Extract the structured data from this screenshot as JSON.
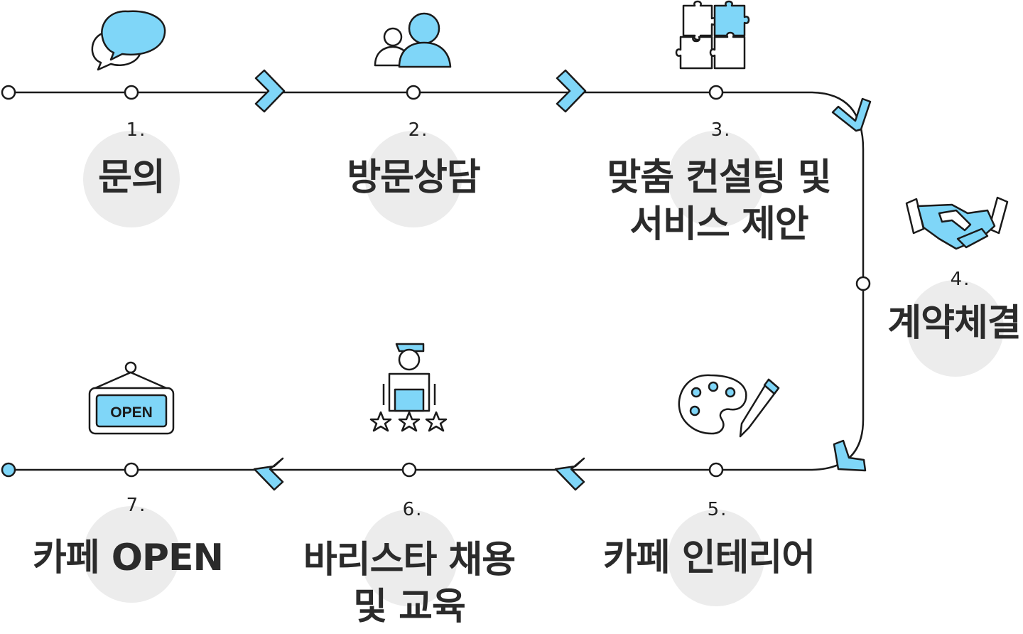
{
  "colors": {
    "accent": "#7fd6f8",
    "line": "#1a1a1a",
    "circle_bg": "#ececec",
    "text": "#2b2b2b"
  },
  "steps": [
    {
      "number": "1.",
      "title_lines": [
        "문의"
      ],
      "icon": "speech-bubbles-icon"
    },
    {
      "number": "2.",
      "title_lines": [
        "방문상담"
      ],
      "icon": "people-icon"
    },
    {
      "number": "3.",
      "title_lines": [
        "맞춤 컨설팅 및",
        "서비스 제안"
      ],
      "icon": "puzzle-icon"
    },
    {
      "number": "4.",
      "title_lines": [
        "계약체결"
      ],
      "icon": "handshake-icon"
    },
    {
      "number": "5.",
      "title_lines": [
        "카페 인테리어"
      ],
      "icon": "palette-pencil-icon"
    },
    {
      "number": "6.",
      "title_lines": [
        "바리스타 채용",
        "및 교육"
      ],
      "icon": "barista-stars-icon"
    },
    {
      "number": "7.",
      "title_lines": [
        "카페 OPEN"
      ],
      "icon": "open-sign-icon"
    }
  ],
  "sign_text": "OPEN"
}
